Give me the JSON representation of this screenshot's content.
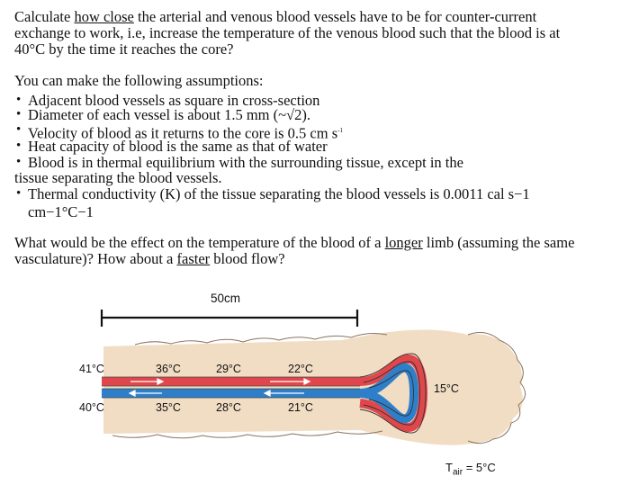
{
  "question": {
    "p1": {
      "before": "Calculate ",
      "underlined": "how close",
      "after": " the arterial and venous blood vessels have to be for counter-current",
      "line2": "exchange to work, i.e, increase the temperature of the venous blood such that the blood is at",
      "line3": "40°C by the time it reaches the core?"
    },
    "assumptions_intro": "You can make the following assumptions:",
    "assumptions": [
      "Adjacent blood vessels as square in cross-section",
      "Diameter of each vessel is about 1.5 mm (~√2).",
      "Velocity of blood as it returns to the core is 0.5 cm s",
      "Heat capacity of blood is the same as that of water",
      "Blood is in thermal equilibrium with the surrounding tissue, except in the",
      "Thermal conductivity (K) of the tissue separating the blood vessels is 0.0011 cal s−1"
    ],
    "velocity_superscript": "-1",
    "assumption5_cont": "tissue separating the blood vessels.",
    "assumption6_cont": "cm−1°C−1",
    "p3": {
      "before1": "What would be the effect on the temperature of the blood of a ",
      "underlined1": "longer",
      "after1": " limb (assuming the same",
      "before2": "vasculature)?  How about a ",
      "underlined2": "faster",
      "after2": " blood flow?"
    }
  },
  "figure": {
    "scale_label": "50cm",
    "artery_temps": [
      "41°C",
      "36°C",
      "29°C",
      "22°C"
    ],
    "vein_temps": [
      "40°C",
      "35°C",
      "28°C",
      "21°C"
    ],
    "tip_temp": "15°C",
    "ambient_label": "T",
    "ambient_subscript": "air",
    "ambient_value": " = 5°C",
    "colors": {
      "artery": "#e0474c",
      "vein": "#2e7fc9",
      "limb": "#f1ddc4",
      "fur": "#8a7460"
    }
  }
}
